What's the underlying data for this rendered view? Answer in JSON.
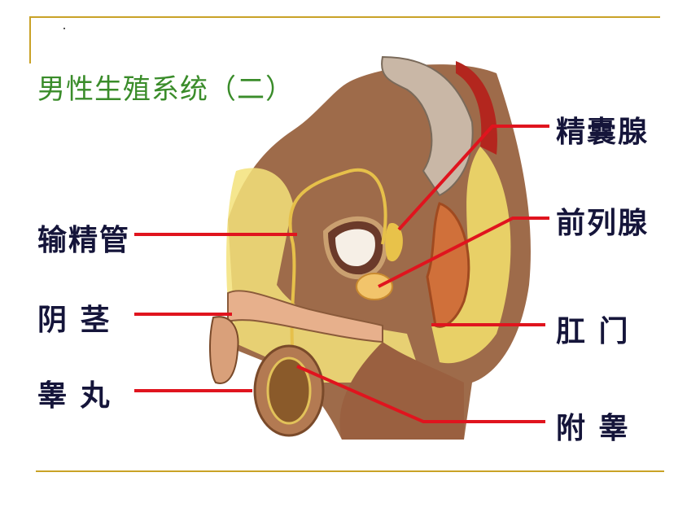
{
  "slide": {
    "title": "男性生殖系统（二）"
  },
  "labels": {
    "seminal_vesicle": "精囊腺",
    "prostate": "前列腺",
    "vas_deferens": "输精管",
    "penis": "阴  茎",
    "anus": "肛  门",
    "testis": "睾  丸",
    "epididymis": "附  睾"
  },
  "colors": {
    "title_green": "#3a8c2a",
    "pointer_red": "#e0141e",
    "frame_gold": "#c9a227",
    "label_navy": "#15153a"
  }
}
